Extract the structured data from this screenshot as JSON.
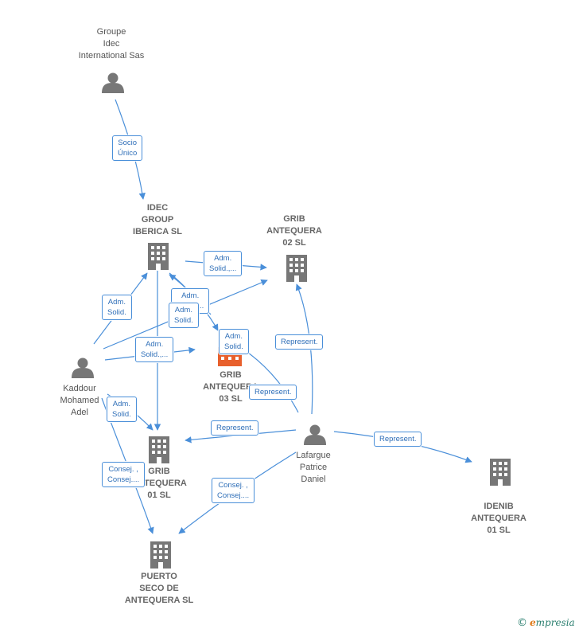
{
  "colors": {
    "edge": "#4a8fd9",
    "person_icon": "#777777",
    "building_icon": "#777777",
    "focus_building": "#e8602c"
  },
  "nodes": {
    "groupe_idec": {
      "label": "Groupe\nIdec\nInternational Sas",
      "kind": "person"
    },
    "idec_group": {
      "label": "IDEC\nGROUP\nIBERICA  SL",
      "kind": "company"
    },
    "grib_02": {
      "label": "GRIB\nANTEQUERA\n02  SL",
      "kind": "company"
    },
    "grib_03": {
      "label": "GRIB\nANTEQUERA\n03  SL",
      "kind": "focus"
    },
    "kaddour": {
      "label": "Kaddour\nMohamed\nAdel",
      "kind": "person"
    },
    "grib_01": {
      "label": "GRIB\nANTEQUERA\n01  SL",
      "kind": "company"
    },
    "lafargue": {
      "label": "Lafargue\nPatrice\nDaniel",
      "kind": "person"
    },
    "idenib": {
      "label": "IDENIB\nANTEQUERA\n01  SL",
      "kind": "company"
    },
    "puerto": {
      "label": "PUERTO\nSECO DE\nANTEQUERA SL",
      "kind": "company"
    }
  },
  "edge_labels": {
    "socio_unico": "Socio\nÚnico",
    "adm_idec_grib02": "Adm.\nSolid.,...",
    "adm_kaddour_idec": "Adm.\nSolid.",
    "adm_a": "Adm.\nSolid.,...",
    "adm_b": "Adm.\nSolid.",
    "adm_kaddour_grib03": "Adm.\nSolid.,...",
    "adm_c": "Adm.\nSolid.",
    "adm_kaddour_grib01": "Adm.\nSolid.",
    "represent_grib02": "Represent.",
    "represent_grib03": "Represent.",
    "represent_grib01": "Represent.",
    "represent_idenib": "Represent.",
    "consej_kaddour": "Consej. ,\nConsej....",
    "consej_lafargue": "Consej. ,\nConsej...."
  },
  "footer": {
    "copyright": "©",
    "brand_e": "e",
    "brand_rest": "mpresia"
  }
}
